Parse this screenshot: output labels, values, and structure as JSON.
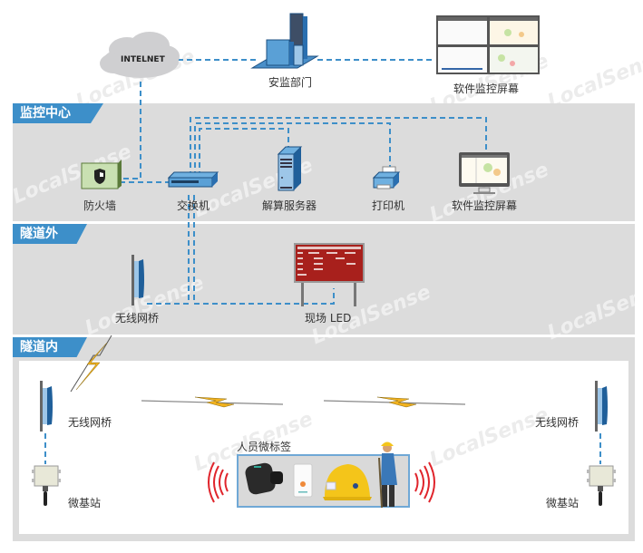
{
  "internet": {
    "label": "INTELNET"
  },
  "top": {
    "safety_dept": "安监部门",
    "monitor_wall": "软件监控屏幕"
  },
  "sections": [
    {
      "id": "monitor-center",
      "label": "监控中心"
    },
    {
      "id": "outside-tunnel",
      "label": "隧道外"
    },
    {
      "id": "inside-tunnel",
      "label": "隧道内"
    }
  ],
  "monitor_center": {
    "firewall": "防火墙",
    "switch": "交换机",
    "server": "解算服务器",
    "printer": "打印机",
    "monitor": "软件监控屏幕"
  },
  "outside": {
    "bridge": "无线网桥",
    "led": "现场 LED"
  },
  "inside": {
    "bridge_left": "无线网桥",
    "bridge_right": "无线网桥",
    "station_left": "微基站",
    "station_right": "微基站",
    "tags_title": "人员微标签"
  },
  "watermark": "LocalSense",
  "colors": {
    "accent": "#3d8fc9",
    "band": "#dcdcdc",
    "link": "#3d8fc9",
    "lightning": "#f2b21e",
    "signal": "#e0242b",
    "led_panel": "#a8201c"
  }
}
